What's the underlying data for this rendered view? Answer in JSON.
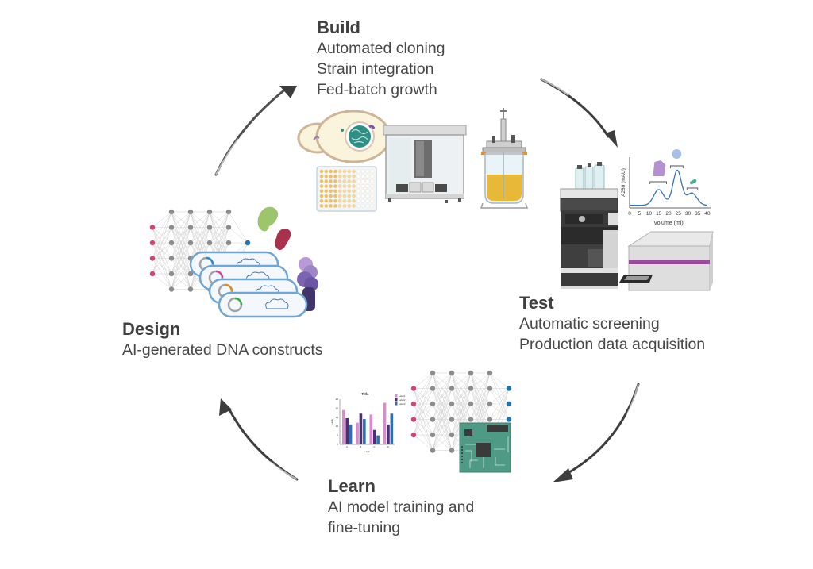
{
  "title": "Design-Build-Test-Learn cycle",
  "stages": {
    "build": {
      "title": "Build",
      "lines": [
        "Automated cloning",
        "Strain integration",
        "Fed-batch growth"
      ]
    },
    "test": {
      "title": "Test",
      "lines": [
        "Automatic screening",
        "Production data acquisition"
      ]
    },
    "learn": {
      "title": "Learn",
      "lines": [
        "AI model training and",
        "fine-tuning"
      ]
    },
    "design": {
      "title": "Design",
      "lines": [
        "AI-generated DNA constructs"
      ]
    }
  },
  "arrows": [
    {
      "from": "design",
      "to": "build",
      "icon": "curved-arrow-icon"
    },
    {
      "from": "build",
      "to": "test",
      "icon": "curved-arrow-icon"
    },
    {
      "from": "test",
      "to": "learn",
      "icon": "curved-arrow-icon"
    },
    {
      "from": "learn",
      "to": "design",
      "icon": "curved-arrow-icon"
    }
  ],
  "illustrations": {
    "build": [
      "yeast-cell",
      "96-well-plate",
      "liquid-handling-robot",
      "bioreactor"
    ],
    "test": [
      "hplc-system",
      "chromatogram",
      "plate-reader"
    ],
    "learn": [
      "bar-chart-thumbnail",
      "neural-network",
      "microchip"
    ],
    "design": [
      "neural-network",
      "plasmid-cards",
      "protein-structures"
    ]
  },
  "colors": {
    "arrow": "#3d3d3d",
    "text": "#454545",
    "nn_input": "#d0466e",
    "nn_hidden": "#8c8c8c",
    "nn_output": "#1b75b3",
    "plasmid_border": "#6fa6d6",
    "plasmid_fill": "#f4f8fc",
    "chip_green": "#4e9a84",
    "plate_reader_stripe": "#9c4a9b",
    "chromatogram_line": "#3a74b8"
  },
  "chart_data": [
    {
      "type": "line",
      "title": "",
      "xlabel": "Volume (ml)",
      "ylabel": "A280 (mAU)",
      "xlim": [
        0,
        40
      ],
      "xticks": [
        "0",
        "5",
        "10",
        "15",
        "20",
        "25",
        "30",
        "35",
        "40"
      ],
      "peaks": [
        {
          "x": 15,
          "relative_height": 0.45,
          "annotation": "large-protein"
        },
        {
          "x": 24.5,
          "relative_height": 1.0,
          "annotation": "medium-protein"
        },
        {
          "x": 32,
          "relative_height": 0.35,
          "annotation": "small-protein"
        }
      ]
    },
    {
      "type": "bar",
      "title": "Title",
      "xlabel": "x-axis",
      "ylabel": "y-axis",
      "ylim": [
        0,
        25
      ],
      "yticks": [
        "0",
        "5",
        "10",
        "15",
        "20",
        "25"
      ],
      "categories": [
        "A",
        "B",
        "C",
        "D"
      ],
      "series": [
        {
          "name": "Label1",
          "color": "#d98ad0",
          "values": [
            19,
            12,
            16.5,
            23
          ]
        },
        {
          "name": "Label2",
          "color": "#4b2e73",
          "values": [
            14.5,
            17,
            8,
            11
          ]
        },
        {
          "name": "Label3",
          "color": "#2f6db5",
          "values": [
            11,
            14,
            5,
            17
          ]
        }
      ]
    }
  ]
}
